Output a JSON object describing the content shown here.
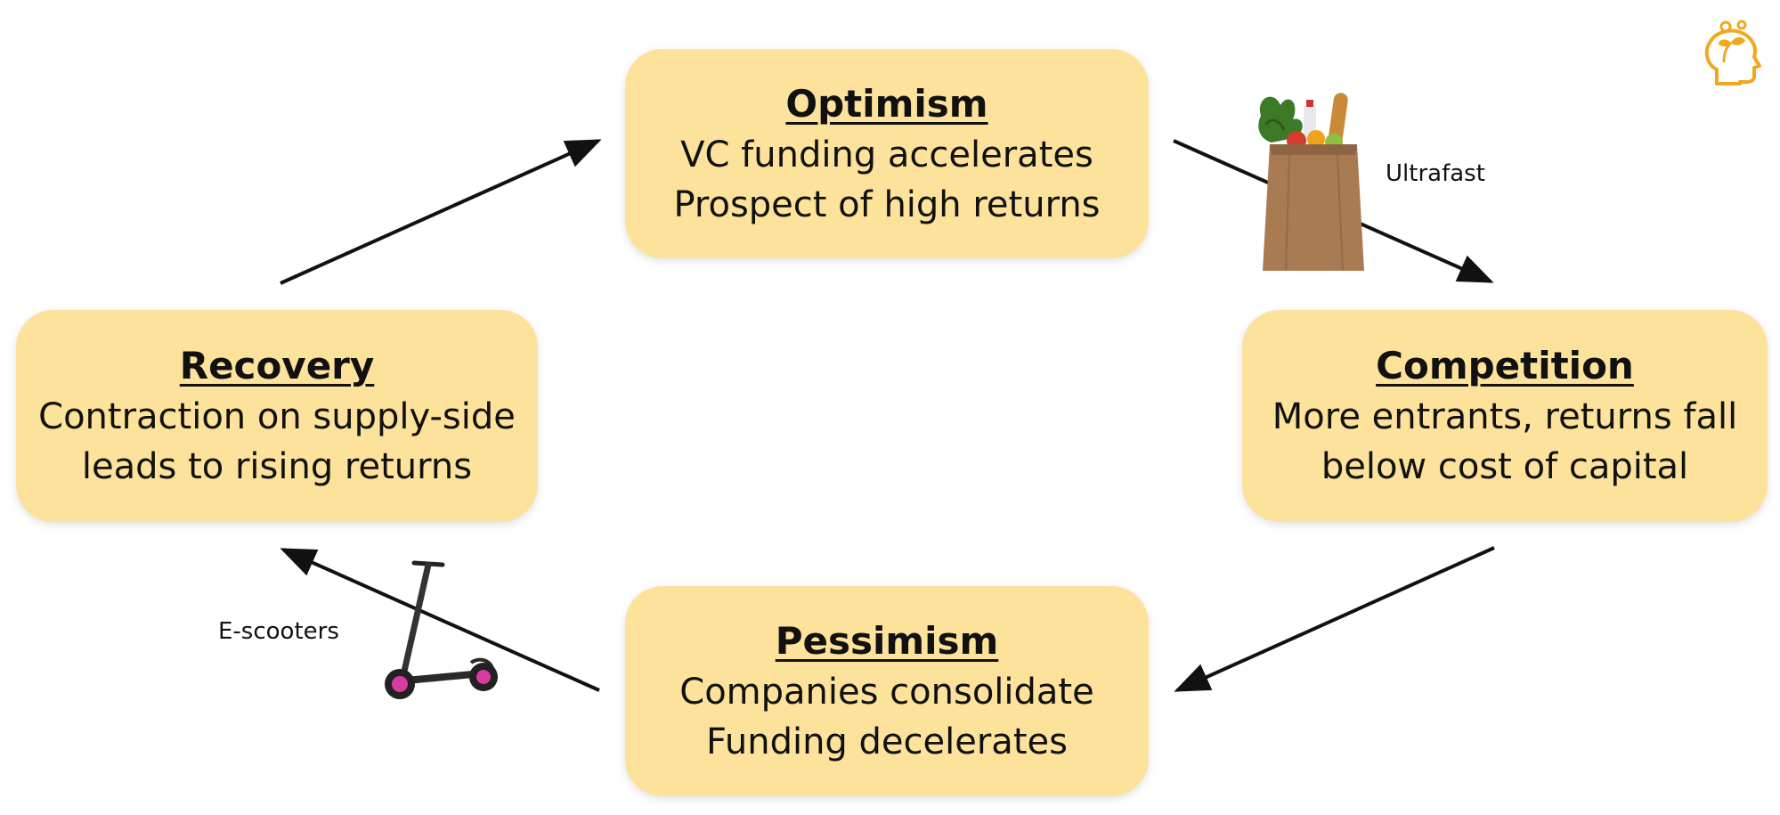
{
  "stages": {
    "optimism": {
      "title": "Optimism",
      "line1": "VC funding accelerates",
      "line2": "Prospect of high returns"
    },
    "competition": {
      "title": "Competition",
      "line1": "More entrants, returns fall",
      "line2": "below cost of capital"
    },
    "pessimism": {
      "title": "Pessimism",
      "line1": "Companies consolidate",
      "line2": "Funding decelerates"
    },
    "recovery": {
      "title": "Recovery",
      "line1": "Contraction on supply-side",
      "line2": "leads to rising returns"
    }
  },
  "annotations": {
    "ultrafast": "Ultrafast",
    "escooters": "E-scooters"
  },
  "colors": {
    "box_fill": "#fce29a",
    "arrow": "#111111",
    "logo": "#f0a81c"
  },
  "icons": {
    "grocery": "grocery-bag-icon",
    "scooter": "e-scooter-icon",
    "logo": "head-with-plant-logo"
  }
}
